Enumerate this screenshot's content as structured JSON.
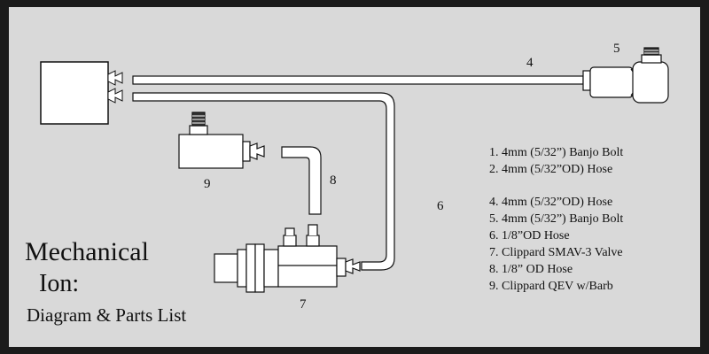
{
  "callouts": {
    "n4": "4",
    "n5": "5",
    "n6": "6",
    "n7": "7",
    "n8": "8",
    "n9": "9"
  },
  "parts_list": [
    "1. 4mm (5/32”) Banjo Bolt",
    "2. 4mm (5/32”OD) Hose",
    "4. 4mm (5/32”OD) Hose",
    "5. 4mm (5/32”) Banjo Bolt",
    "6. 1/8”OD Hose",
    "7. Clippard SMAV-3 Valve",
    "8. 1/8” OD Hose",
    "9. Clippard QEV w/Barb"
  ],
  "title": {
    "line1": "Mechanical",
    "line2": "Ion:",
    "line3": "Diagram & Parts List"
  },
  "colors": {
    "frame": "#1b1b1b",
    "panel": "#d9d9d9",
    "part_fill": "#ffffff",
    "outline": "#111111"
  }
}
